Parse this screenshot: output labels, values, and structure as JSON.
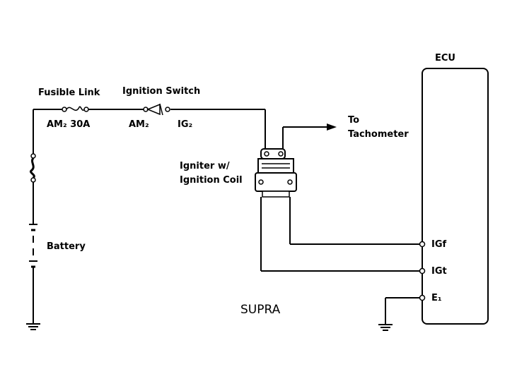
{
  "diagram": {
    "caption": "SUPRA",
    "ecu": {
      "title": "ECU",
      "pins": [
        "IGf",
        "IGt",
        "E₁"
      ]
    },
    "labels": {
      "fusible_link": "Fusible Link",
      "am2_30a": "AM₂ 30A",
      "ignition_switch": "Ignition Switch",
      "am2": "AM₂",
      "ig2": "IG₂",
      "to": "To",
      "tachometer": "Tachometer",
      "igniter_line1": "Igniter w/",
      "igniter_line2": "Ignition Coil",
      "battery": "Battery"
    }
  }
}
